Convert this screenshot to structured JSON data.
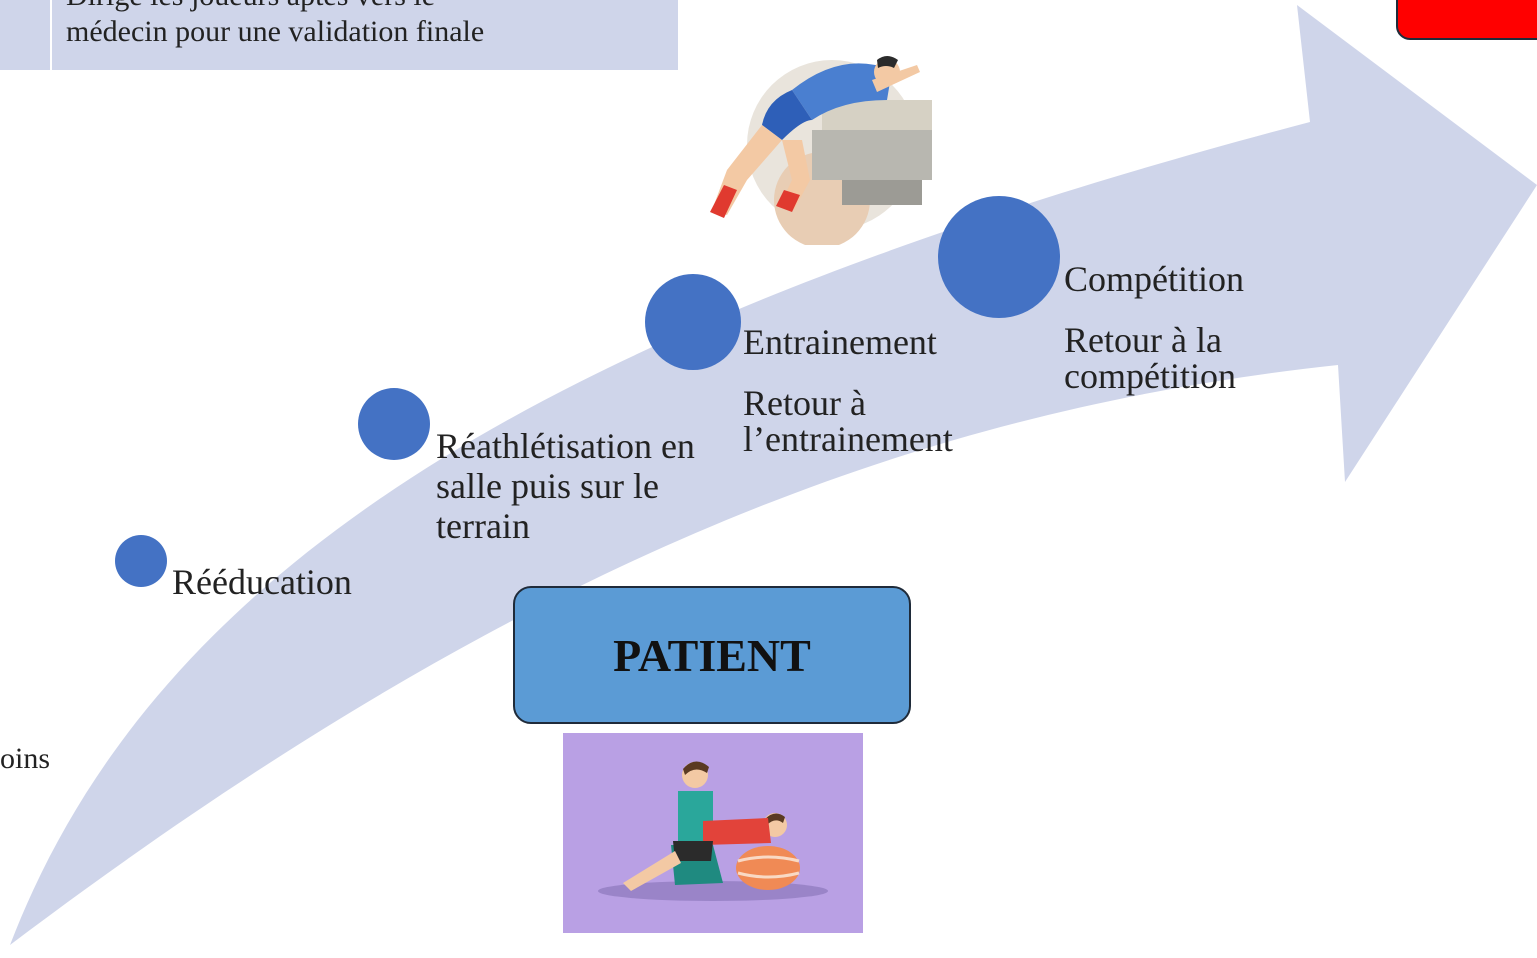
{
  "colors": {
    "arrow": "#cfd5ea",
    "dot": "#4472c4",
    "patient_box": "#5b9bd5",
    "alert_box": "#ff0000",
    "illustration_bg": "#b9a0e4"
  },
  "note": {
    "line1": "Dirige les joueurs aptes vers le",
    "line2": "médecin pour une validation finale"
  },
  "stages": [
    {
      "label": "Rééducation",
      "description": ""
    },
    {
      "label": "Réathlétisation en salle puis sur le terrain",
      "description": ""
    },
    {
      "label": "Entrainement",
      "description": "Retour à l’entrainement"
    },
    {
      "label": "Compétition",
      "description": "Retour à la compétition"
    }
  ],
  "patient": {
    "label": "PATIENT"
  },
  "fragments": {
    "left_cut": "oins"
  },
  "icons": {
    "runner": "sprinting-player-illustration",
    "therapy": "physiotherapy-illustration"
  }
}
